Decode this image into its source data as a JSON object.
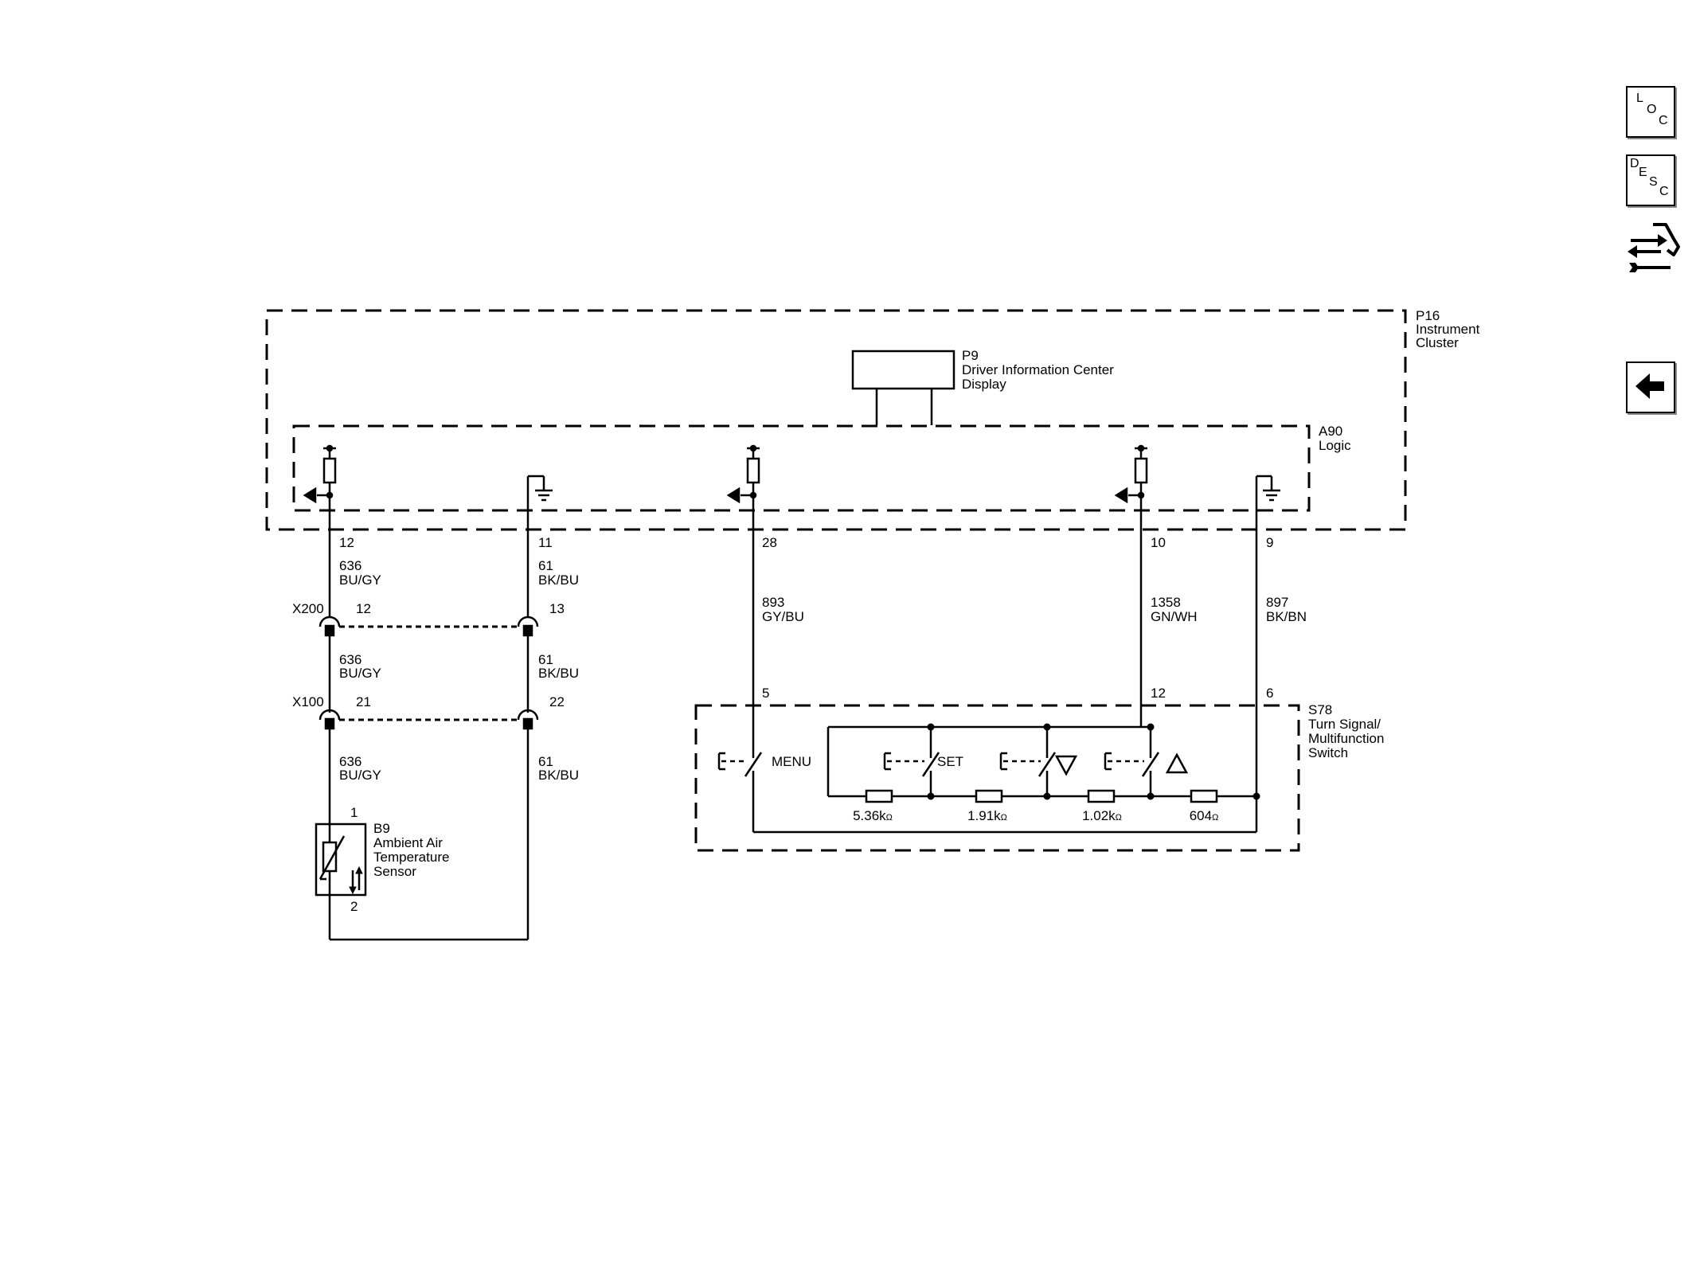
{
  "nav": {
    "loc": {
      "l1": "L",
      "l2": "O",
      "l3": "C"
    },
    "desc": {
      "l1": "D",
      "l2": "E",
      "l3": "S",
      "l4": "C"
    },
    "repair_icon": "connector-wrench-icon",
    "back_icon": "left-arrow-icon"
  },
  "modules": {
    "p16": {
      "id": "P16",
      "line1": "Instrument",
      "line2": "Cluster"
    },
    "p9": {
      "id": "P9",
      "line1": "Driver Information Center",
      "line2": "Display"
    },
    "a90": {
      "id": "A90",
      "line1": "Logic"
    },
    "s78": {
      "id": "S78",
      "line1": "Turn Signal/",
      "line2": "Multifunction",
      "line3": "Switch"
    },
    "b9": {
      "id": "B9",
      "line1": "Ambient Air",
      "line2": "Temperature",
      "line3": "Sensor"
    }
  },
  "pins": {
    "p16_12": "12",
    "p16_11": "11",
    "p16_28": "28",
    "p16_10": "10",
    "p16_9": "9",
    "x200_a": "12",
    "x200_b": "13",
    "x100_a": "21",
    "x100_b": "22",
    "b9_1": "1",
    "b9_2": "2",
    "s78_5": "5",
    "s78_12": "12",
    "s78_6": "6"
  },
  "connectors": {
    "x200": "X200",
    "x100": "X100"
  },
  "wires": {
    "w636_a": {
      "circuit": "636",
      "color": "BU/GY"
    },
    "w636_b": {
      "circuit": "636",
      "color": "BU/GY"
    },
    "w636_c": {
      "circuit": "636",
      "color": "BU/GY"
    },
    "w61_a": {
      "circuit": "61",
      "color": "BK/BU"
    },
    "w61_b": {
      "circuit": "61",
      "color": "BK/BU"
    },
    "w61_c": {
      "circuit": "61",
      "color": "BK/BU"
    },
    "w893": {
      "circuit": "893",
      "color": "GY/BU"
    },
    "w1358": {
      "circuit": "1358",
      "color": "GN/WH"
    },
    "w897": {
      "circuit": "897",
      "color": "BK/BN"
    }
  },
  "switches": {
    "menu": "MENU",
    "set": "SET"
  },
  "resistors": {
    "r1": {
      "value": "5.36k",
      "unit": "Ω"
    },
    "r2": {
      "value": "1.91k",
      "unit": "Ω"
    },
    "r3": {
      "value": "1.02k",
      "unit": "Ω"
    },
    "r4": {
      "value": "604",
      "unit": "Ω"
    }
  }
}
